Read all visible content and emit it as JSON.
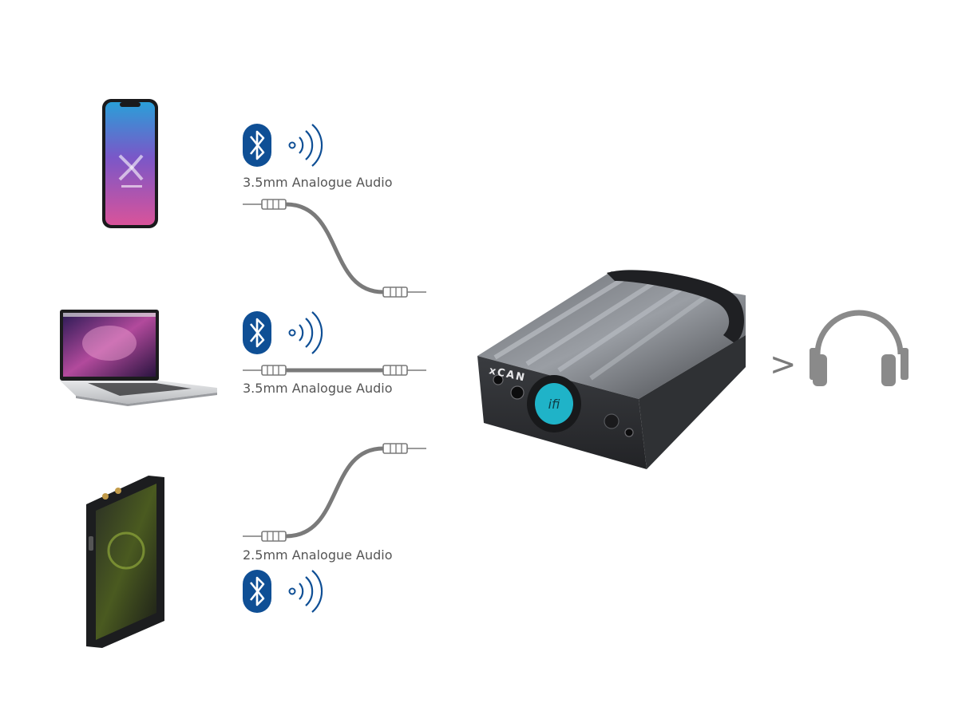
{
  "connections": [
    {
      "label": "3.5mm Analogue Audio"
    },
    {
      "label": "3.5mm Analogue Audio"
    },
    {
      "label": "2.5mm Analogue Audio"
    }
  ],
  "amplifier": {
    "model_text": "xCAN",
    "knob_text": "ifi"
  },
  "arrow": {
    "glyph": ">"
  },
  "colors": {
    "bluetooth": "#0f4f95",
    "cable": "#7a7a7a",
    "text": "#555555",
    "headphone": "#8a8a8a",
    "accent": "#1fb3c8",
    "chassis": "#4a4c50"
  },
  "icons": [
    "phone-icon",
    "laptop-icon",
    "music-player-icon",
    "bluetooth-icon",
    "wireless-signal-icon",
    "audio-cable-icon",
    "headphone-amplifier",
    "headphones-icon"
  ]
}
